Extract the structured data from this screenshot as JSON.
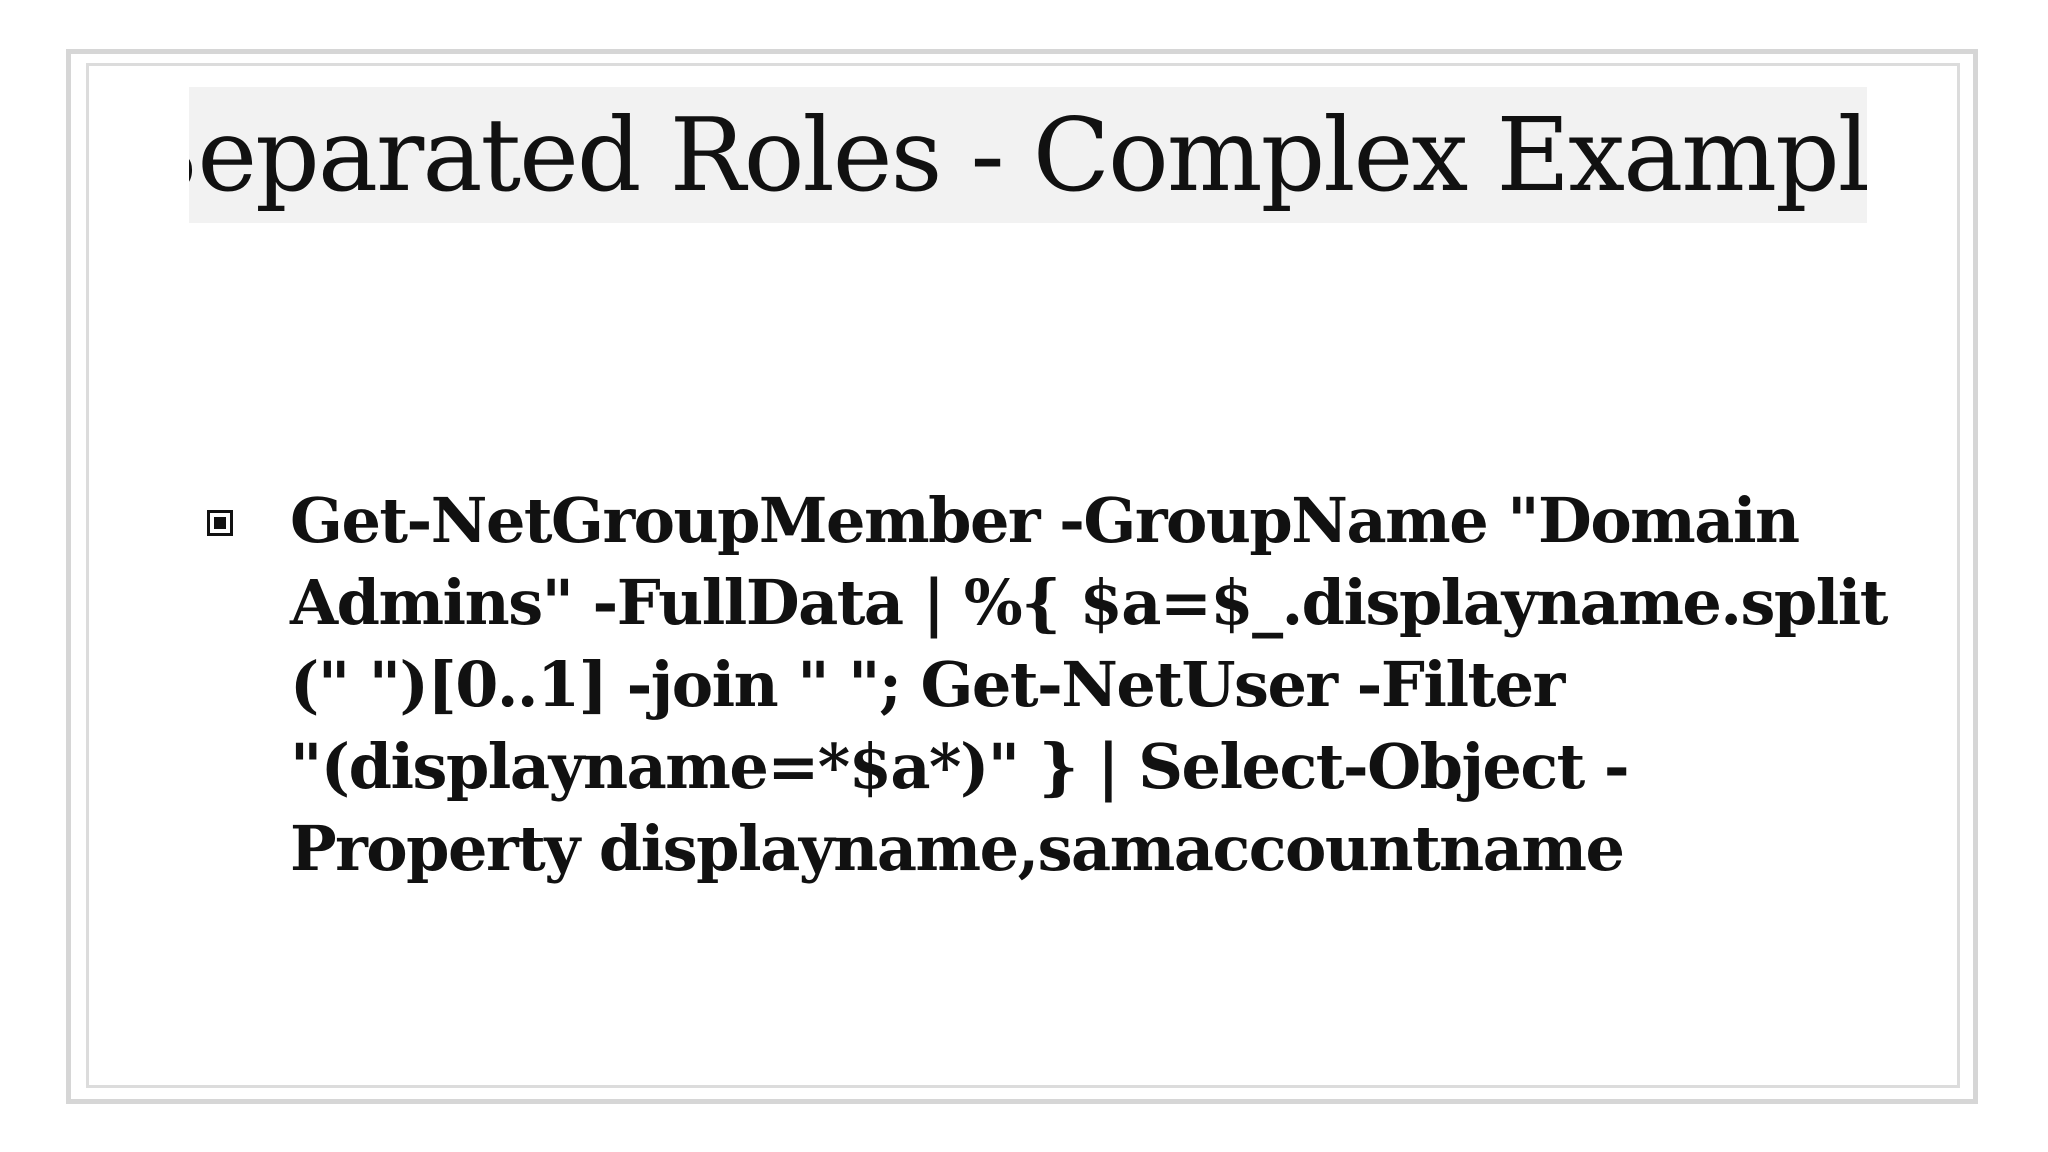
{
  "slide": {
    "title": "Separated Roles - Complex Example",
    "bullets": [
      {
        "icon": "square-bullet-icon",
        "lines": [
          "Get-NetGroupMember -GroupName \"Domain",
          "Admins\" -FullData | %{ $a=$_.displayname.split",
          "(\" \")[0..1] -join \" \"; Get-NetUser -Filter",
          "\"(displayname=*$a*)\" } | Select-Object -",
          "Property displayname,samaccountname"
        ]
      }
    ]
  }
}
